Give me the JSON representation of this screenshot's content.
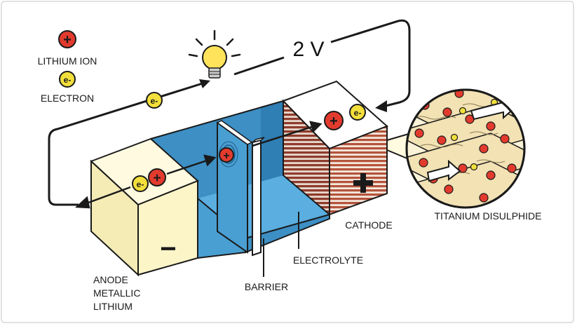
{
  "legend": {
    "lithium_ion": "LITHIUM ION",
    "electron": "ELECTRON"
  },
  "voltage": "2 V",
  "symbols": {
    "ion": "+",
    "electron": "e-",
    "negative": "−",
    "positive": "+"
  },
  "labels": {
    "anode": [
      "ANODE",
      "METALLIC",
      "LITHIUM"
    ],
    "barrier": "BARRIER",
    "electrolyte": "ELECTROLYTE",
    "cathode": "CATHODE",
    "titanium_disulphide": "TITANIUM DISULPHIDE"
  },
  "colors": {
    "ion": "#e23b2e",
    "electron": "#f2df3b",
    "anode": "#fbf5c8",
    "electrolyte": "#4a9fd2",
    "cathode": "#b5533c",
    "bulb": "#ffe35a"
  }
}
